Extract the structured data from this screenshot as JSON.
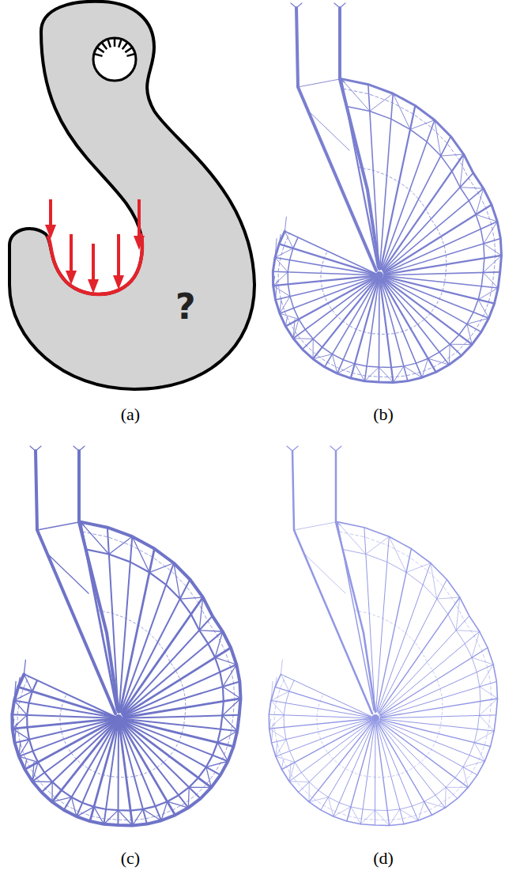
{
  "diagram": {
    "nodes": [
      {
        "text": [
          "?"
        ]
      }
    ],
    "labels": [
      "(a)",
      "(b)",
      "(c)",
      "(d)"
    ]
  }
}
